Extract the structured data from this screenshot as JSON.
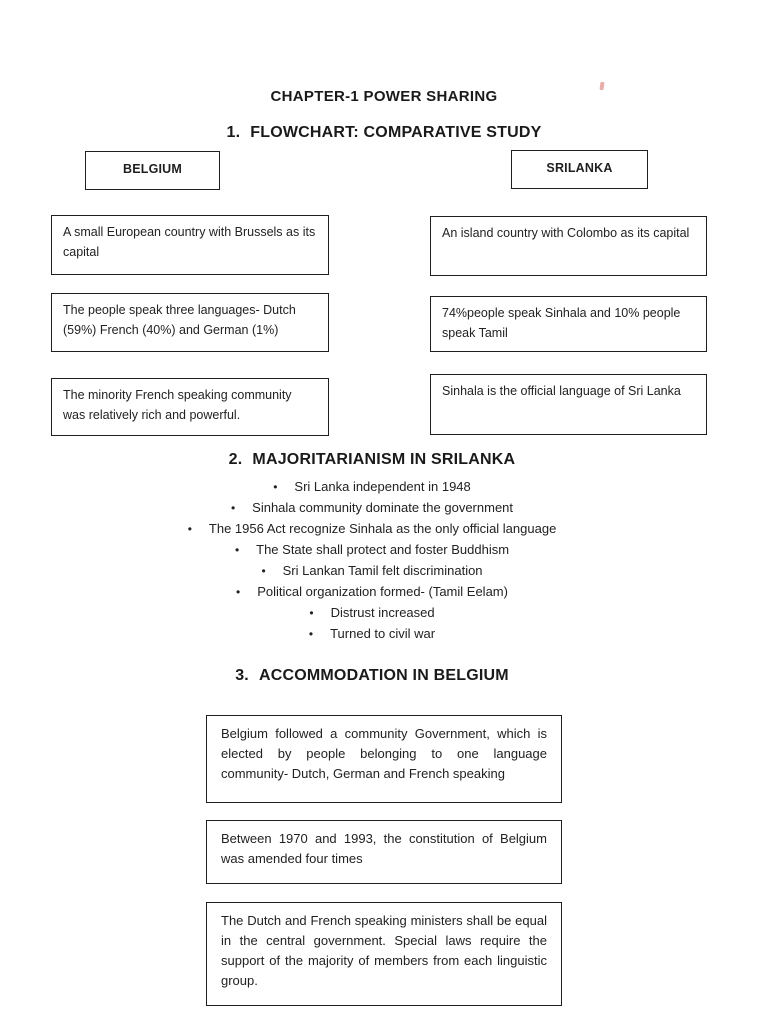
{
  "document": {
    "title": "CHAPTER-1 POWER SHARING"
  },
  "section1": {
    "number": "1.",
    "heading": "FLOWCHART: COMPARATIVE STUDY",
    "left_column": {
      "header": "BELGIUM",
      "boxes": [
        "A small European country with Brussels as its capital",
        "The people speak three languages- Dutch (59%) French (40%) and German (1%)",
        "The minority French speaking community was relatively rich and powerful."
      ]
    },
    "right_column": {
      "header": "SRILANKA",
      "boxes": [
        "An island country with Colombo as its capital",
        "74%people speak Sinhala and 10% people speak Tamil",
        "Sinhala is the official language of Sri Lanka"
      ]
    }
  },
  "section2": {
    "number": "2.",
    "heading": "MAJORITARIANISM IN SRILANKA",
    "bullet_glyph": "•",
    "bullets": [
      "Sri Lanka independent in 1948",
      "Sinhala community dominate the government",
      "The 1956 Act recognize Sinhala as the only official language",
      "The State shall protect and foster Buddhism",
      "Sri Lankan Tamil felt discrimination",
      "Political organization formed- (Tamil Eelam)",
      "Distrust increased",
      "Turned to civil war"
    ]
  },
  "section3": {
    "number": "3.",
    "heading": "ACCOMMODATION IN BELGIUM",
    "boxes": [
      "Belgium followed a community Government, which is elected by people belonging to one language community- Dutch, German and French speaking",
      "Between 1970 and 1993, the constitution of Belgium was amended four times",
      "The Dutch and French speaking ministers shall be equal in the central government. Special laws require the support of the majority of members from each linguistic group."
    ]
  },
  "colors": {
    "page_background": "#ffffff",
    "text": "#1f1f1f",
    "box_border": "#1f1f1f",
    "stray_mark": "#e2928d"
  }
}
